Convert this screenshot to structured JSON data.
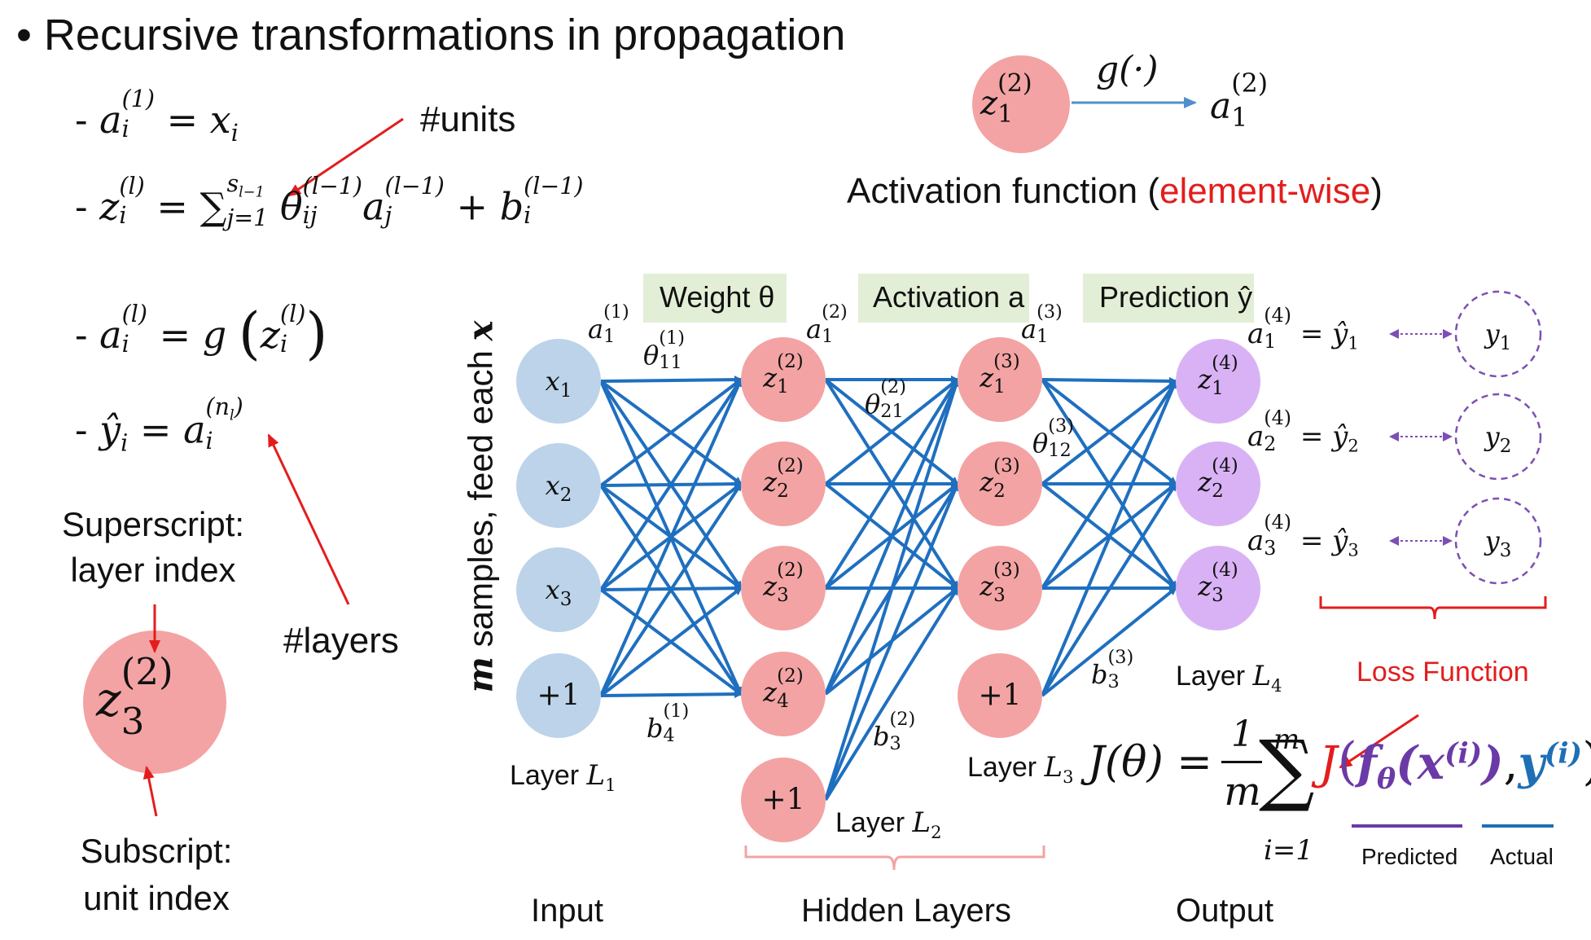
{
  "bullet": {
    "marker": "•",
    "text": "Recursive transformations in propagation"
  },
  "equations": {
    "dash": "-",
    "eq1": {
      "lhs": "a",
      "sup": "(1)",
      "sub": "i",
      "rhs": "= x",
      "rhs_sub": "i"
    },
    "eq2": {
      "lhs": "z",
      "sup": "(l)",
      "sub": "i",
      "sum": "= ∑",
      "sum_sup": "s",
      "sum_sup_sub": "l−1",
      "sum_sub": "j=1",
      "theta": "θ",
      "theta_sup": "(l−1)",
      "theta_sub": "ij",
      "a": "a",
      "a_sup": "(l−1)",
      "a_sub": "j",
      "plus_b": "+ b",
      "b_sup": "(l−1)",
      "b_sub": "i"
    },
    "eq3": {
      "lhs": "a",
      "sup": "(l)",
      "sub": "i",
      "rhs": "= g",
      "open": "(",
      "z": "z",
      "z_sup": "(l)",
      "z_sub": "i",
      "close": ")"
    },
    "eq4": {
      "lhs": "ŷ",
      "sub": "i",
      "rhs": "= a",
      "rhs_sup": "(n",
      "rhs_sup_sub": "l",
      "rhs_sup_close": ")",
      "rhs_sub": "i"
    }
  },
  "annotations": {
    "units": "#units",
    "layers": "#layers",
    "superscript": [
      "Superscript:",
      "layer index"
    ],
    "subscript": [
      "Subscript:",
      "unit index"
    ],
    "big_node": {
      "base": "z",
      "sup": "(2)",
      "sub": "3"
    }
  },
  "activation": {
    "node": {
      "base": "z",
      "sup": "(2)",
      "sub": "1"
    },
    "func": "g(·)",
    "out": {
      "base": "a",
      "sup": "(2)",
      "sub": "1"
    },
    "caption_pre": "Activation function (",
    "caption_red": "element-wise",
    "caption_post": ")"
  },
  "headers": {
    "weight": "Weight θ",
    "activation": "Activation a",
    "prediction": "Prediction ŷ"
  },
  "side_label": {
    "m": "m",
    "text": " samples, feed each ",
    "x": "x"
  },
  "nodes": {
    "input": [
      {
        "base": "x",
        "sub": "1"
      },
      {
        "base": "x",
        "sub": "2"
      },
      {
        "base": "x",
        "sub": "3"
      },
      {
        "text": "+1"
      }
    ],
    "hidden1": [
      {
        "base": "z",
        "sup": "(2)",
        "sub": "1"
      },
      {
        "base": "z",
        "sup": "(2)",
        "sub": "2"
      },
      {
        "base": "z",
        "sup": "(2)",
        "sub": "3"
      },
      {
        "base": "z",
        "sup": "(2)",
        "sub": "4"
      },
      {
        "text": "+1"
      }
    ],
    "hidden2": [
      {
        "base": "z",
        "sup": "(3)",
        "sub": "1"
      },
      {
        "base": "z",
        "sup": "(3)",
        "sub": "2"
      },
      {
        "base": "z",
        "sup": "(3)",
        "sub": "3"
      },
      {
        "text": "+1"
      }
    ],
    "output": [
      {
        "base": "z",
        "sup": "(4)",
        "sub": "1"
      },
      {
        "base": "z",
        "sup": "(4)",
        "sub": "2"
      },
      {
        "base": "z",
        "sup": "(4)",
        "sub": "3"
      }
    ],
    "targets": [
      {
        "base": "y",
        "sub": "1"
      },
      {
        "base": "y",
        "sub": "2"
      },
      {
        "base": "y",
        "sub": "3"
      }
    ]
  },
  "edge_labels": {
    "a1": {
      "base": "a",
      "sup": "(1)",
      "sub": "1"
    },
    "a2": {
      "base": "a",
      "sup": "(2)",
      "sub": "1"
    },
    "a3": {
      "base": "a",
      "sup": "(3)",
      "sub": "1"
    },
    "theta11": {
      "base": "θ",
      "sup": "(1)",
      "sub": "11"
    },
    "theta21": {
      "base": "θ",
      "sup": "(2)",
      "sub": "21"
    },
    "theta12": {
      "base": "θ",
      "sup": "(3)",
      "sub": "12"
    },
    "b4": {
      "base": "b",
      "sup": "(1)",
      "sub": "4"
    },
    "b3_2": {
      "base": "b",
      "sup": "(2)",
      "sub": "3"
    },
    "b3_3": {
      "base": "b",
      "sup": "(3)",
      "sub": "3"
    }
  },
  "outputs": [
    {
      "a": "a",
      "sup": "(4)",
      "sub": "1",
      "eq": "= ŷ",
      "eq_sub": "1"
    },
    {
      "a": "a",
      "sup": "(4)",
      "sub": "2",
      "eq": "= ŷ",
      "eq_sub": "2"
    },
    {
      "a": "a",
      "sup": "(4)",
      "sub": "3",
      "eq": "= ŷ",
      "eq_sub": "3"
    }
  ],
  "layer_labels": {
    "L1": {
      "text": "Layer ",
      "base": "L",
      "sub": "1"
    },
    "L2": {
      "text": "Layer ",
      "base": "L",
      "sub": "2"
    },
    "L3": {
      "text": "Layer ",
      "base": "L",
      "sub": "3"
    },
    "L4": {
      "text": "Layer ",
      "base": "L",
      "sub": "4"
    }
  },
  "loss_label": "Loss Function",
  "cost": {
    "lhs": "J(θ) =",
    "frac_num": "1",
    "frac_den": "m",
    "sum_top": "m",
    "sum_sym": "∑",
    "sum_bot": "i=1",
    "J": "J",
    "open": "(",
    "f": "f",
    "f_sub": "θ",
    "f_arg": "(x",
    "f_arg_sup": "(i)",
    "f_arg_close": ")",
    "comma": ",",
    "y": "y",
    "y_sup": "(i)",
    "close": ")",
    "predicted": "Predicted",
    "actual": "Actual"
  },
  "bottom": {
    "input": "Input",
    "hidden": "Hidden Layers",
    "output": "Output"
  },
  "colors": {
    "input_node": "#bcd3ea",
    "hidden_node": "#f3a3a3",
    "output_node": "#d9b2f5",
    "edge": "#1f6fbf",
    "header_bg": "#e3eed7",
    "red": "#e31d1d",
    "purple": "#6b3aa6",
    "dashed": "#7d4fb3"
  }
}
